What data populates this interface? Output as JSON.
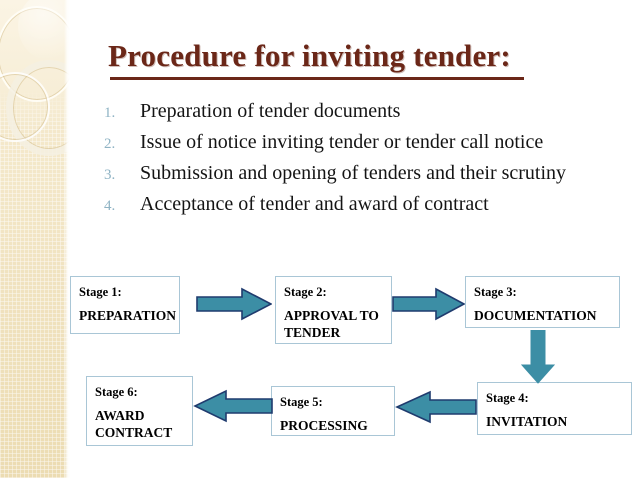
{
  "slide": {
    "title": "Procedure for inviting tender:",
    "bullets": [
      {
        "num": "1.",
        "text": "Preparation of tender documents"
      },
      {
        "num": "2.",
        "text": "Issue of notice inviting tender or tender call notice"
      },
      {
        "num": "3.",
        "text": "Submission and opening of tenders and their scrutiny"
      },
      {
        "num": "4.",
        "text": "Acceptance of tender and award of contract"
      }
    ],
    "diagram": {
      "boxes": [
        {
          "id": "stage-1",
          "header": "Stage 1:",
          "body": "PREPARATION"
        },
        {
          "id": "stage-2",
          "header": "Stage 2:",
          "body": "APPROVAL TO TENDER"
        },
        {
          "id": "stage-3",
          "header": "Stage 3:",
          "body": "DOCUMENTATION"
        },
        {
          "id": "stage-4",
          "header": "Stage 4:",
          "body": "INVITATION"
        },
        {
          "id": "stage-5",
          "header": "Stage 5:",
          "body": "PROCESSING"
        },
        {
          "id": "stage-6",
          "header": "Stage 6:",
          "body": "AWARD CONTRACT"
        }
      ],
      "arrows": [
        {
          "id": "arrow-stage1-to-stage2",
          "direction": "right"
        },
        {
          "id": "arrow-stage2-to-stage3",
          "direction": "right"
        },
        {
          "id": "arrow-stage3-to-stage4",
          "direction": "down"
        },
        {
          "id": "arrow-stage4-to-stage5",
          "direction": "left"
        },
        {
          "id": "arrow-stage5-to-stage6",
          "direction": "left"
        }
      ]
    }
  },
  "colors": {
    "title": "#6B2718",
    "bullet_number": "#8FB3C4",
    "body_text": "#141414",
    "box_border": "#A9C6D6",
    "box_fill": "#FFFFFF",
    "arrow_fill": "#3C8EA5",
    "arrow_stroke": "#1F3B6E",
    "band_cream": "#F2E5C2",
    "background": "#FFFFFF"
  }
}
